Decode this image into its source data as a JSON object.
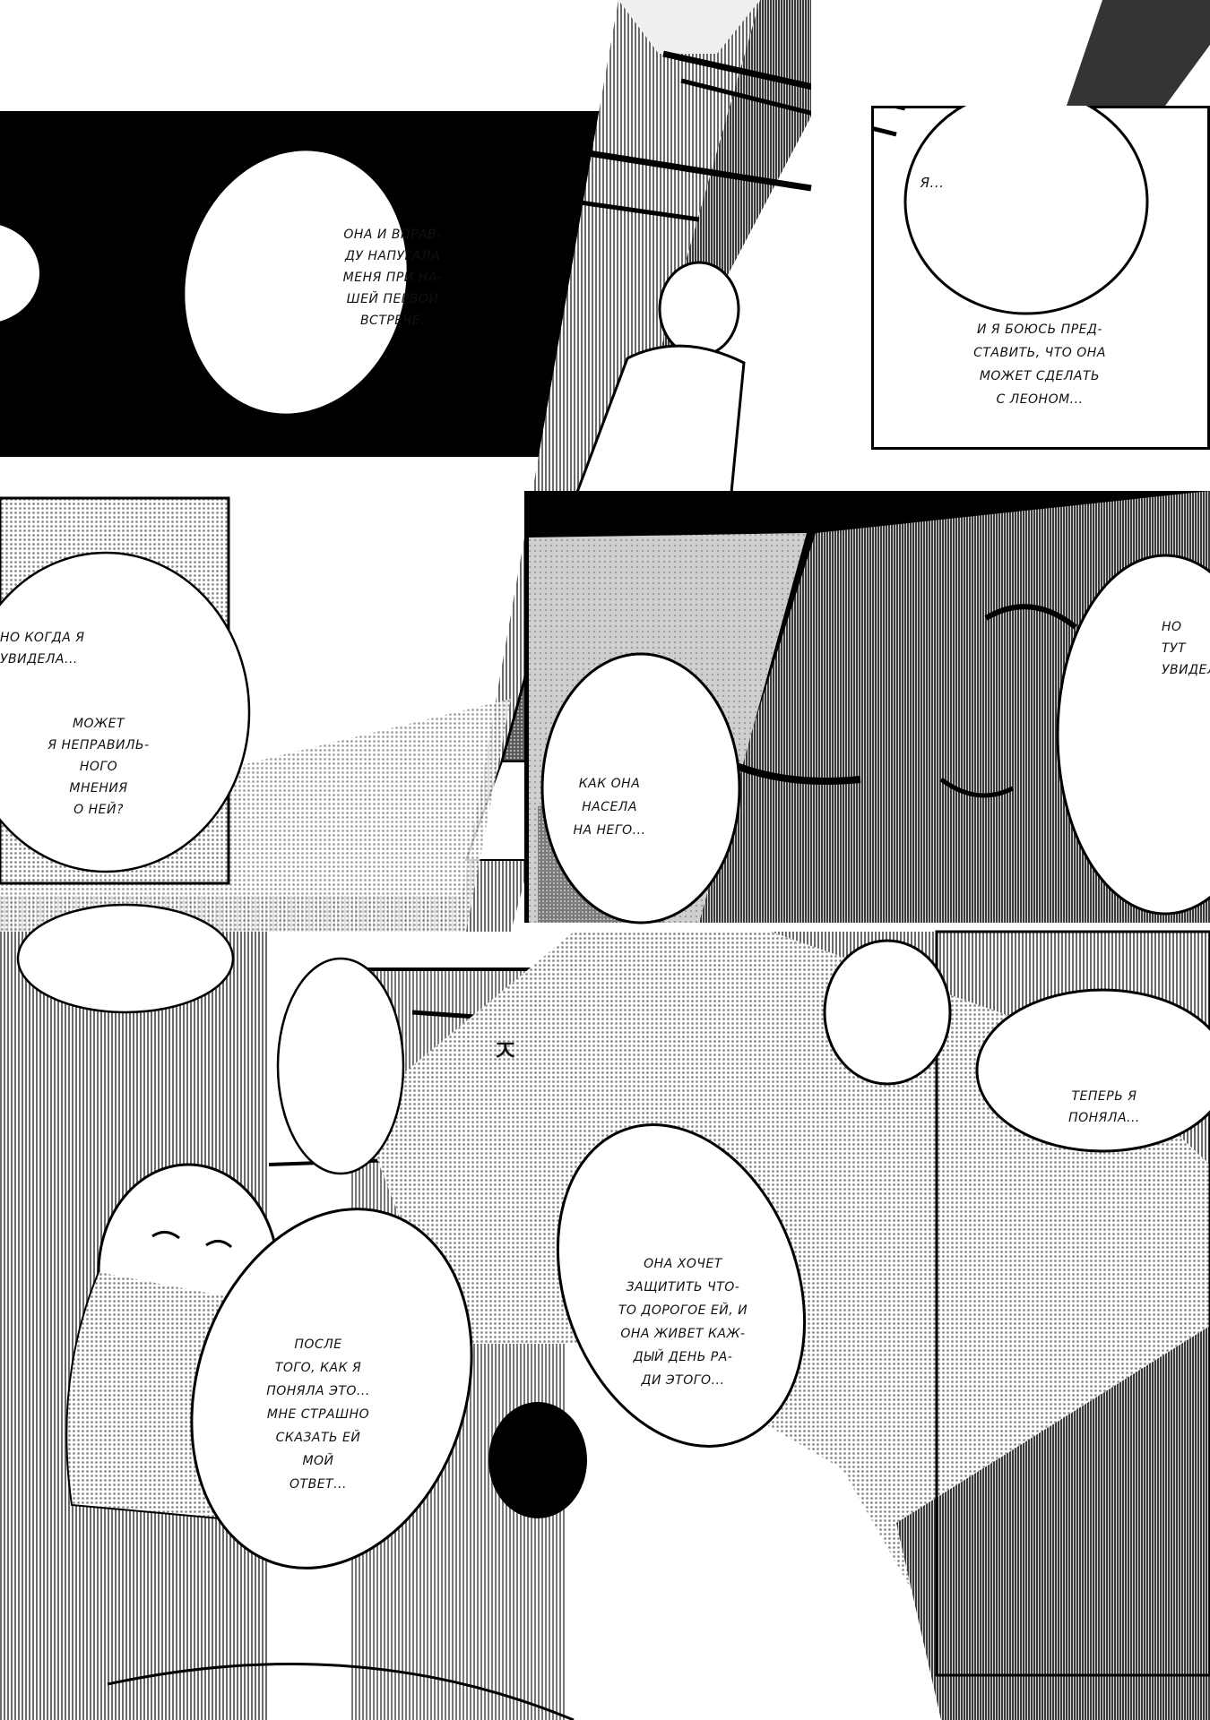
{
  "captions": {
    "ya": "Я...",
    "napugala": "Она и вправ-\nду напугала\nменя при на-\nшей первой\nвстрече.",
    "boyus": "И я боюсь пред-\nставить, что она\nможет сделать\nс Леоном...",
    "kogda": "Но когда я\nувидела...",
    "mozhet": "Может\nя неправиль-\nного\nмнения\nо ней?",
    "kak_ona": "Как она\nнасела\nна него...",
    "no_tut": "Но тут\nувидела...",
    "ponyala": "Теперь я поняла...",
    "hochet": "Она хочет\nзащитить что-\nто дорогое ей, и\nона живет каж-\nдый день ра-\nди этого...",
    "posle": "После\nтого, как я\nпоняла это...\nмне страшно\nсказать ей\nмой\nответ..."
  },
  "sfx": {
    "mark": "ㅈ"
  }
}
